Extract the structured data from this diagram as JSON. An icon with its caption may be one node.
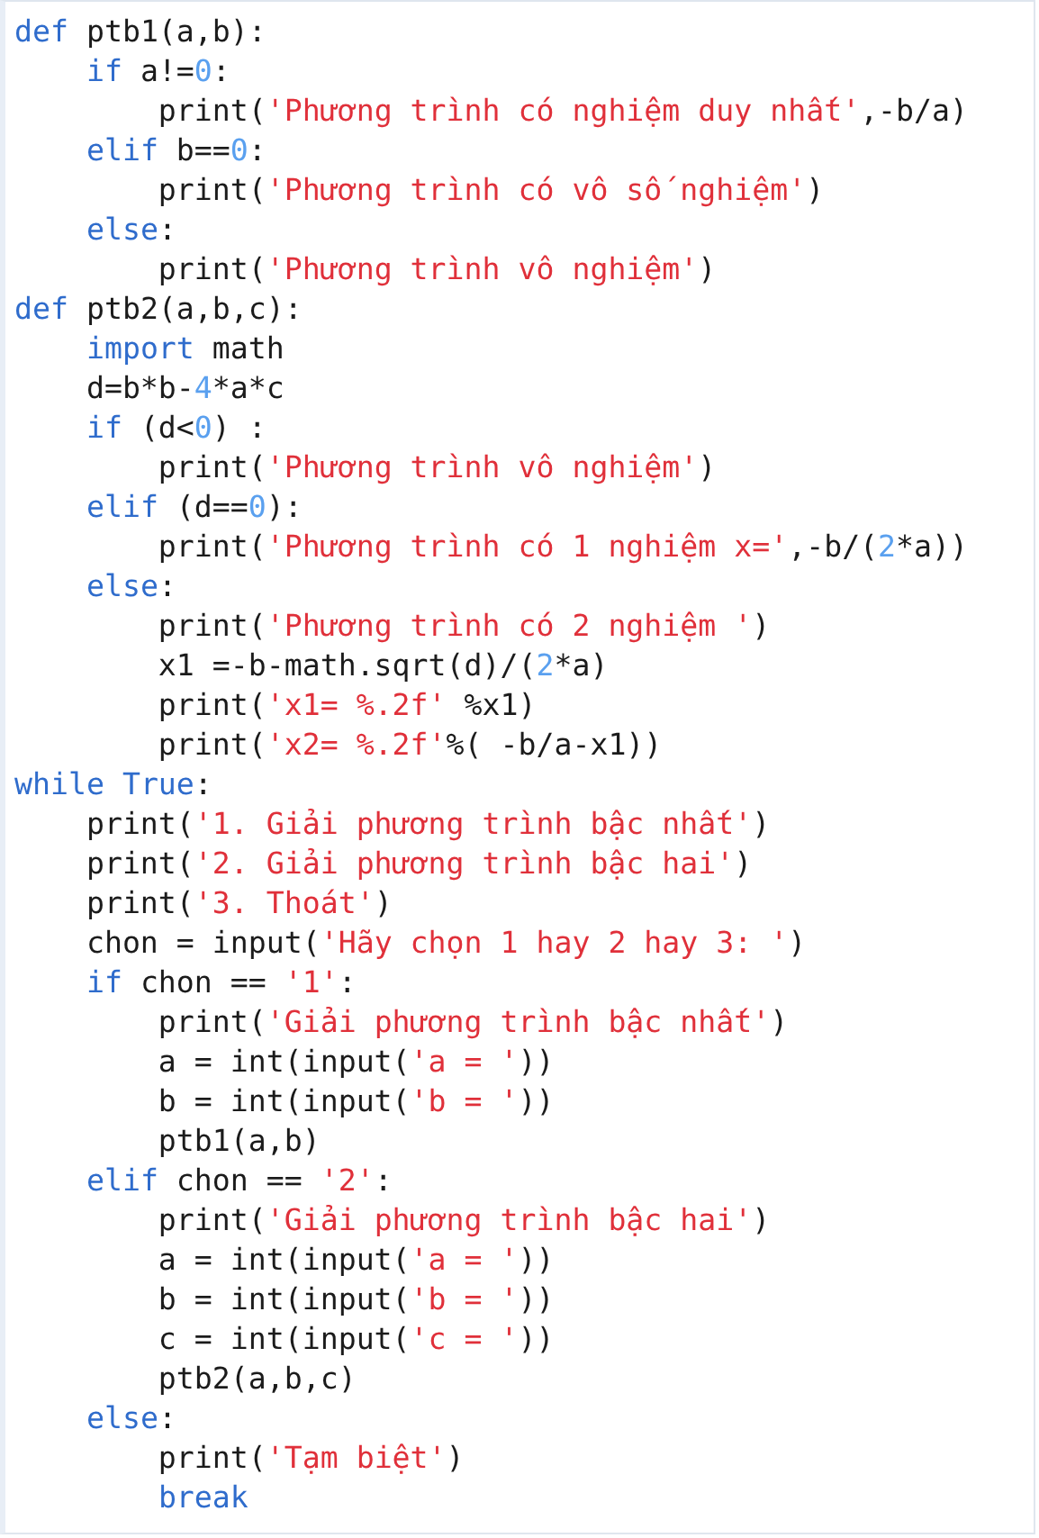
{
  "diagram": {
    "labels": [
      "def ptb1(a,b):",
      "    if a!=0:",
      "        print('Phương trình có nghiệm duy nhất',-b/a)",
      "    elif b==0:",
      "        print('Phương trình có vô số nghiệm')",
      "    else:",
      "        print('Phương trình vô nghiệm')",
      "def ptb2(a,b,c):",
      "    import math",
      "    d=b*b-4*a*c",
      "    if (d<0) :",
      "        print('Phương trình vô nghiệm')",
      "    elif (d==0):",
      "        print('Phương trình có 1 nghiệm x=',-b/(2*a))",
      "    else:",
      "        print('Phương trình có 2 nghiệm ')",
      "        x1 =-b-math.sqrt(d)/(2*a)",
      "        print('x1= %.2f' %x1)",
      "        print('x2= %.2f'%( -b/a-x1))",
      "while True:",
      "    print('1. Giải phương trình bậc nhất')",
      "    print('2. Giải phương trình bậc hai')",
      "    print('3. Thoát')",
      "    chon = input('Hãy chọn 1 hay 2 hay 3: ')",
      "    if chon == '1':",
      "        print('Giải phương trình bậc nhất')",
      "        a = int(input('a = '))",
      "        b = int(input('b = '))",
      "        ptb1(a,b)",
      "    elif chon == '2':",
      "        print('Giải phương trình bậc hai')",
      "        a = int(input('a = '))",
      "        b = int(input('b = '))",
      "        c = int(input('c = '))",
      "        ptb2(a,b,c)",
      "    else:",
      "        print('Tạm biệt')",
      "        break"
    ]
  }
}
